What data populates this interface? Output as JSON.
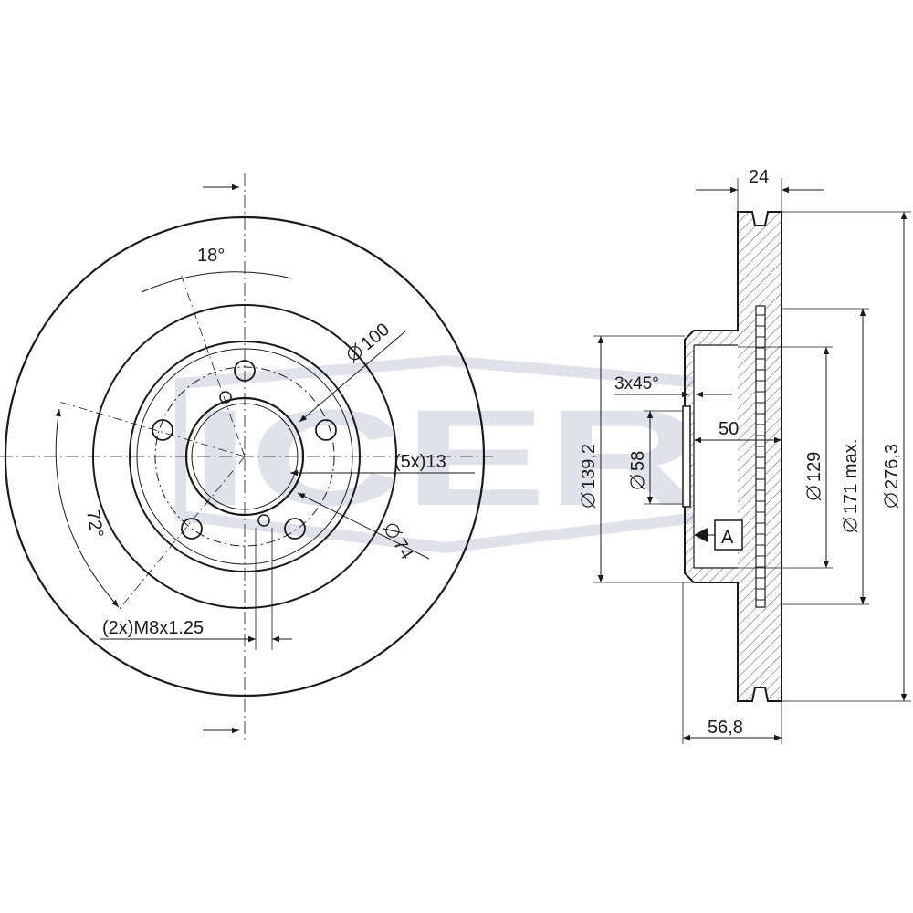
{
  "watermark": {
    "text": "ICER",
    "color": "#c5cbd9"
  },
  "front_view": {
    "angle_18": "18°",
    "angle_72": "72°",
    "dia_100": "100",
    "dia_74": "74",
    "holes_5x13": "(5x)13",
    "thread_2xM8": "(2x)M8x1.25"
  },
  "side_view": {
    "thickness_24": "24",
    "height_56_8": "56,8",
    "chamfer_3x45": "3x45°",
    "dim_50": "50",
    "dia_139_2": "139,2",
    "dia_58": "58",
    "dia_129": "129",
    "dia_171_max": "171 max.",
    "dia_276_3": "276,3",
    "datum_A": "A"
  },
  "colors": {
    "line": "#1a1a1a",
    "hatch": "#555555",
    "watermark": "#c5cbd9"
  }
}
